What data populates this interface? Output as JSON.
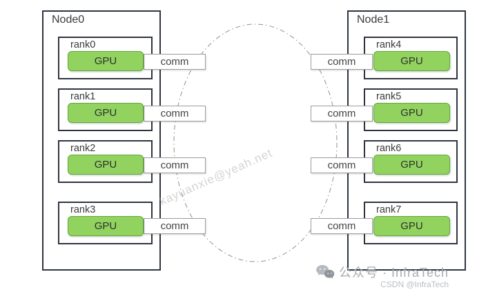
{
  "diagram": {
    "nodes": [
      {
        "label": "Node0",
        "ranks": [
          {
            "label": "rank0",
            "gpu": "GPU",
            "comm": "comm"
          },
          {
            "label": "rank1",
            "gpu": "GPU",
            "comm": "comm"
          },
          {
            "label": "rank2",
            "gpu": "GPU",
            "comm": "comm"
          },
          {
            "label": "rank3",
            "gpu": "GPU",
            "comm": "comm"
          }
        ]
      },
      {
        "label": "Node1",
        "ranks": [
          {
            "label": "rank4",
            "gpu": "GPU",
            "comm": "comm"
          },
          {
            "label": "rank5",
            "gpu": "GPU",
            "comm": "comm"
          },
          {
            "label": "rank6",
            "gpu": "GPU",
            "comm": "comm"
          },
          {
            "label": "rank7",
            "gpu": "GPU",
            "comm": "comm"
          }
        ]
      }
    ],
    "ring": {
      "style": "dash-dot",
      "color": "#8f8f8f"
    }
  },
  "watermark": {
    "text": "kayuanxie@yeah.net"
  },
  "footer": {
    "wechat_label": "公众号 · InfraTech",
    "csdn_label": "CSDN @InfraTech"
  },
  "colors": {
    "gpu_fill": "#92d35f",
    "gpu_border": "#5ea73c",
    "box_border": "#2e3440",
    "comm_border": "#9b9b9b"
  }
}
